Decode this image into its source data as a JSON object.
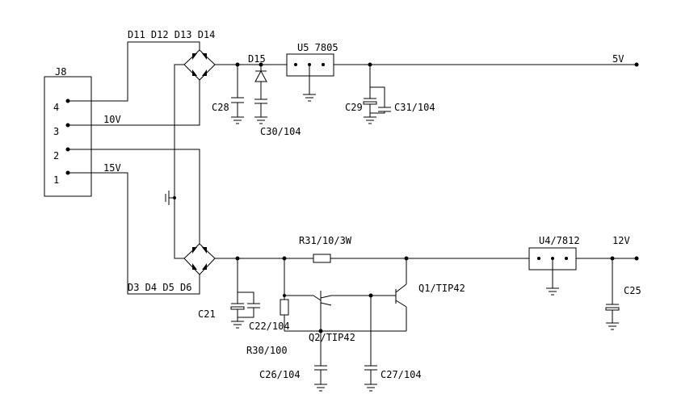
{
  "labels": {
    "j8": "J8",
    "pin4": "4",
    "pin3": "3",
    "pin2": "2",
    "pin1": "1",
    "d11_14": "D11 D12 D13 D14",
    "d3_6": "D3 D4 D5 D6",
    "v10": "10V",
    "v15": "15V",
    "d15": "D15",
    "u5": "U5 7805",
    "v5": "5V",
    "c28": "C28",
    "c30": "C30/104",
    "c29": "C29",
    "c31": "C31/104",
    "r31": "R31/10/3W",
    "u4": "U4/7812",
    "v12": "12V",
    "q1": "Q1/TIP42",
    "c25": "C25",
    "c21": "C21",
    "c22": "C22/104",
    "r30": "R30/100",
    "q2": "Q2/TIP42",
    "c26": "C26/104",
    "c27": "C27/104"
  }
}
